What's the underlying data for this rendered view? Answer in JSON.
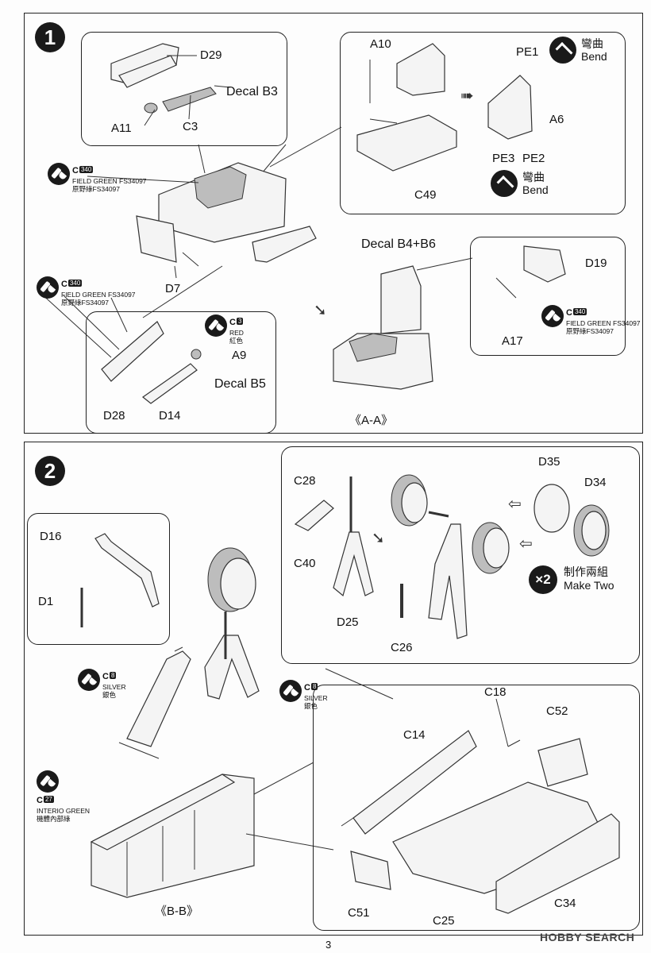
{
  "step1": {
    "number": "1",
    "labels": {
      "d29": "D29",
      "decal_b3": "Decal B3",
      "a11": "A11",
      "c3": "C3",
      "a10": "A10",
      "pe1": "PE1",
      "a6": "A6",
      "pe3": "PE3",
      "pe2": "PE2",
      "c49": "C49",
      "d7": "D7",
      "decal_b4_b6": "Decal B4+B6",
      "d19": "D19",
      "a17": "A17",
      "a9": "A9",
      "decal_b5": "Decal B5",
      "d28": "D28",
      "d14": "D14",
      "section_aa": "《A-A》"
    },
    "bend1": {
      "zh": "彎曲",
      "en": "Bend"
    },
    "bend2": {
      "zh": "彎曲",
      "en": "Bend"
    },
    "paint_fieldgreen_1": {
      "code": "C",
      "num": "340",
      "name": "FIELD GREEN FS34097",
      "zh": "原野綠FS34097"
    },
    "paint_fieldgreen_2": {
      "code": "C",
      "num": "340",
      "name": "FIELD GREEN FS34097",
      "zh": "原野綠FS34097"
    },
    "paint_fieldgreen_3": {
      "code": "C",
      "num": "340",
      "name": "FIELD GREEN FS34097",
      "zh": "原野綠FS34097"
    },
    "paint_red": {
      "code": "C",
      "num": "3",
      "name": "RED",
      "zh": "紅色"
    }
  },
  "step2": {
    "number": "2",
    "labels": {
      "d16": "D16",
      "d1": "D1",
      "c28": "C28",
      "c40": "C40",
      "d25": "D25",
      "c26": "C26",
      "d35": "D35",
      "d34": "D34",
      "c18": "C18",
      "c52": "C52",
      "c14": "C14",
      "c51": "C51",
      "c25": "C25",
      "c34": "C34",
      "section_bb": "《B-B》"
    },
    "paint_silver_1": {
      "code": "C",
      "num": "8",
      "name": "SILVER",
      "zh": "銀色"
    },
    "paint_silver_2": {
      "code": "C",
      "num": "8",
      "name": "SILVER",
      "zh": "銀色"
    },
    "paint_interior": {
      "code": "C",
      "num": "27",
      "name": "INTERIO GREEN",
      "zh": "機體內部綠"
    },
    "multiplier": "×2",
    "make_two_zh": "制作兩組",
    "make_two_en": "Make Two"
  },
  "footer": {
    "page": "3",
    "watermark": "HOBBY SEARCH"
  }
}
